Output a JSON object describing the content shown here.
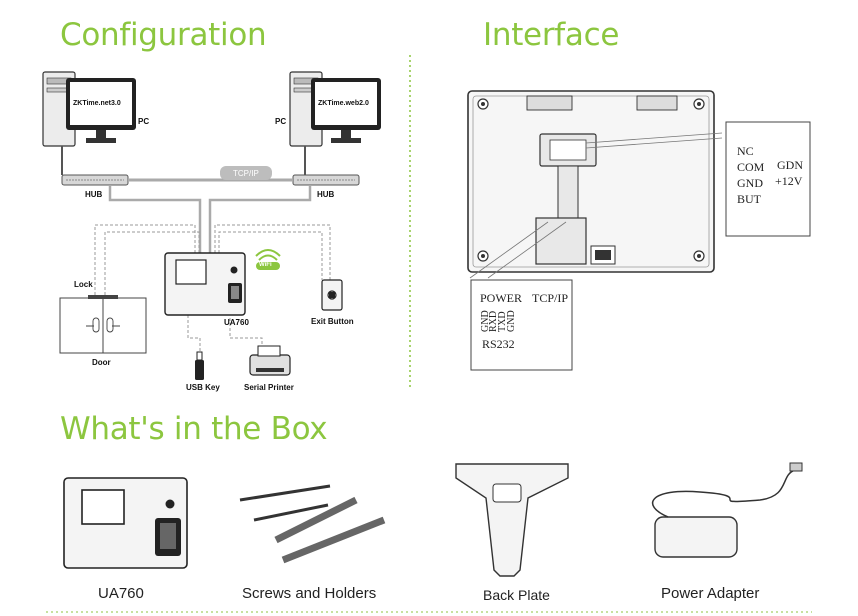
{
  "sections": {
    "configuration": "Configuration",
    "interface": "Interface",
    "box": "What's in the Box"
  },
  "config": {
    "pc_left_screen": "ZKTime.net3.0",
    "pc_right_screen": "ZKTime.web2.0",
    "pc_label": "PC",
    "hub_label": "HUB",
    "tcpip": "TCP/IP",
    "lock": "Lock",
    "door": "Door",
    "device": "UA760",
    "exit_button": "Exit Button",
    "usb_key": "USB Key",
    "serial_printer": "Serial Printer",
    "wifi": "WiFi"
  },
  "interface": {
    "pins_right": [
      "NC",
      "COM",
      "GND",
      "BUT"
    ],
    "power_pins": [
      "GDN",
      "+12V"
    ],
    "power": "POWER",
    "tcpip": "TCP/IP",
    "rs232_pins": [
      "GND",
      "RXD",
      "TXD",
      "GND"
    ],
    "rs232": "RS232"
  },
  "box": {
    "items": [
      "UA760",
      "Screws and Holders",
      "Back Plate",
      "Power Adapter"
    ]
  },
  "colors": {
    "accent": "#8cc63f",
    "line": "#555555",
    "dash": "#9a9a9a"
  }
}
